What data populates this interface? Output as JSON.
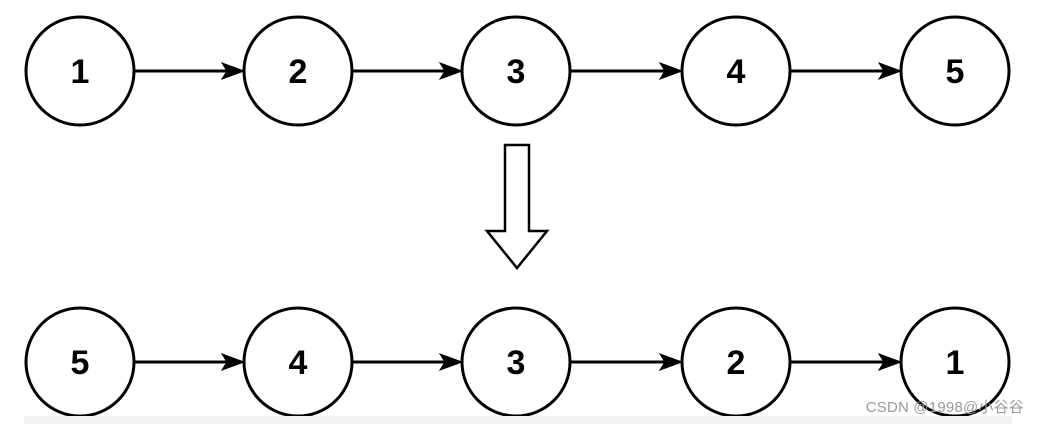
{
  "diagram": {
    "original_list": {
      "nodes": [
        "1",
        "2",
        "3",
        "4",
        "5"
      ]
    },
    "transform_arrow": "hollow-down-arrow",
    "reversed_list": {
      "nodes": [
        "5",
        "4",
        "3",
        "2",
        "1"
      ]
    }
  },
  "watermark": {
    "text": "CSDN @1998@小谷谷"
  }
}
